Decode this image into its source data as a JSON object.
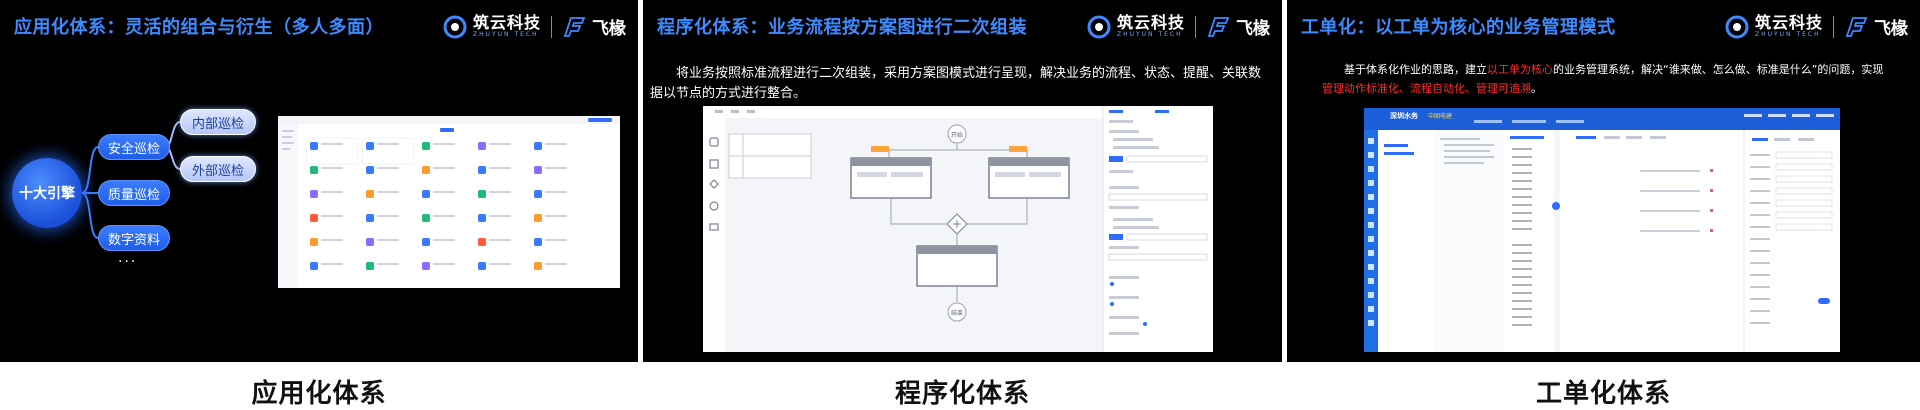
{
  "brand": {
    "name_cn": "筑云科技",
    "name_en": "ZHUYUN TECH",
    "partner": "飞椽"
  },
  "panels": [
    {
      "title": "应用化体系：灵活的组合与衍生（多人多面）",
      "caption": "应用化体系",
      "hub": "十大引擎",
      "middle_items": [
        "安全巡检",
        "质量巡检",
        "数字资料"
      ],
      "right_items": [
        "内部巡检",
        "外部巡检"
      ],
      "ellipsis": "..."
    },
    {
      "title": "程序化体系：业务流程按方案图进行二次组装",
      "caption": "程序化体系",
      "description": "将业务按照标准流程进行二次组装，采用方案图模式进行呈现，解决业务的流程、状态、提醒、关联数据以节点的方式进行整合。",
      "flow": {
        "start": "开始",
        "end": "结束"
      }
    },
    {
      "title": "工单化：以工单为核心的业务管理模式",
      "caption": "工单化体系",
      "desc_part1": "基于体系化作业的思路，建立",
      "desc_red1": "以工单为核心",
      "desc_part2": "的业务管理系统，解决“谁来做、怎么做、标准是什么”的问题，实现",
      "desc_red2": "管理动作标准化、流程自动化、管理可追溯",
      "desc_part3": "。",
      "app": {
        "name": "深圳水务",
        "partner": "中国电建"
      }
    }
  ],
  "colors": {
    "title_blue": "#3d8bff",
    "accent_blue": "#1f5ee8",
    "emphasis_red": "#ff2b2b",
    "panel_bg": "#000000"
  }
}
